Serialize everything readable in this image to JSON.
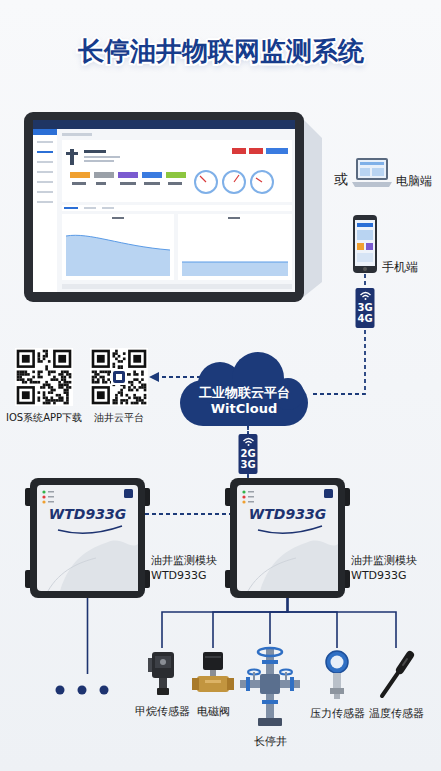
{
  "diagram": {
    "title": "长停油井物联网监测系统",
    "nodes": [
      {
        "text": [
          "电脑端"
        ]
      },
      {
        "text": [
          "手机端"
        ]
      },
      {
        "text": [
          "IOS系统APP下载"
        ]
      },
      {
        "text": [
          "油井云平台"
        ]
      },
      {
        "text": [
          "工业物联云平台",
          "WitCloud"
        ]
      },
      {
        "text": [
          "WTD933G",
          "油井监测模块 WTD933G"
        ]
      },
      {
        "text": [
          "WTD933G",
          "油井监测模块 WTD933G"
        ]
      },
      {
        "text": [
          "甲烷传感器"
        ]
      },
      {
        "text": [
          "电磁阀"
        ]
      },
      {
        "text": [
          "长停井"
        ]
      },
      {
        "text": [
          "压力传感器"
        ]
      },
      {
        "text": [
          "温度传感器"
        ]
      }
    ],
    "edges": [
      {
        "from": 1,
        "to": 4,
        "label": "3G 4G",
        "arrow": "none"
      },
      {
        "from": 4,
        "to": 3,
        "arrow": "to"
      },
      {
        "from": 4,
        "to": 6,
        "label": "2G 3G",
        "arrow": "none"
      },
      {
        "from": 5,
        "to": 4,
        "arrow": "none"
      },
      {
        "from": 6,
        "to": 7,
        "arrow": "none"
      },
      {
        "from": 6,
        "to": 8,
        "arrow": "none"
      },
      {
        "from": 6,
        "to": 9,
        "arrow": "none"
      },
      {
        "from": 6,
        "to": 10,
        "arrow": "none"
      },
      {
        "from": 6,
        "to": 11,
        "arrow": "none"
      }
    ],
    "labels": [
      "或"
    ]
  }
}
